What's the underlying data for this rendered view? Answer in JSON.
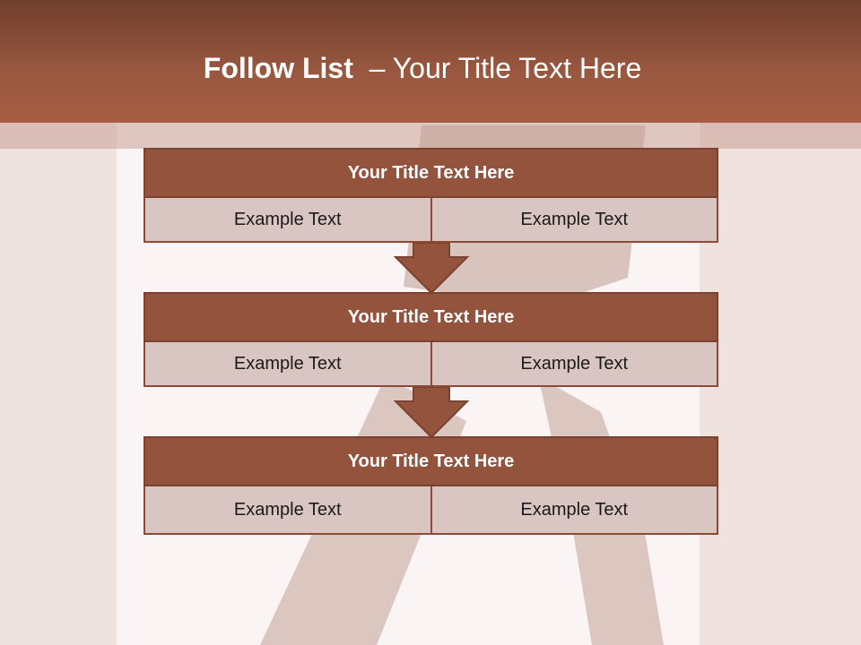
{
  "slide": {
    "title_bold": "Follow List",
    "title_rest": "– Your Title Text Here"
  },
  "blocks": [
    {
      "title": "Your Title Text Here",
      "left": "Example Text",
      "right": "Example Text"
    },
    {
      "title": "Your Title Text Here",
      "left": "Example Text",
      "right": "Example Text"
    },
    {
      "title": "Your Title Text Here",
      "left": "Example Text",
      "right": "Example Text"
    }
  ],
  "colors": {
    "header": "#9a5840",
    "block_title": "#94533c",
    "cell": "#d9c5c2",
    "arrow": "#94533c"
  },
  "icons": [
    "down-arrow-icon"
  ]
}
